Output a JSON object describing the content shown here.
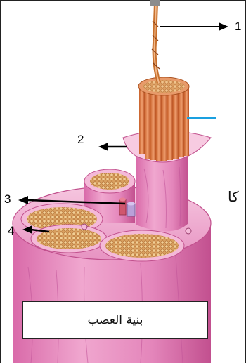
{
  "diagram": {
    "labels": [
      "1",
      "2",
      "3",
      "4"
    ],
    "caption": "بنية العصب",
    "stray_text": "كا"
  }
}
